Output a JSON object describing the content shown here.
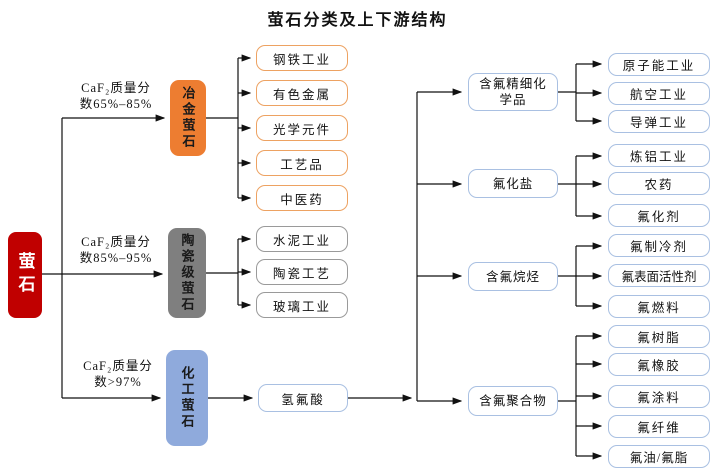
{
  "title": "萤石分类及上下游结构",
  "root": {
    "label": "萤石"
  },
  "colors": {
    "root_red": "#c00000",
    "metallurgical_orange": "#ed7d31",
    "ceramic_gray": "#7f7f7f",
    "chemical_blue": "#8faadc",
    "leaf_border_orange": "#eda262",
    "leaf_border_gray": "#9a9a9a",
    "leaf_border_blue": "#a9c0e2",
    "line_black": "#111111"
  },
  "branches": [
    {
      "cond1": "CaF₂质量分",
      "cond2": "数65%–85%",
      "node": "冶金萤石",
      "children": [
        "钢铁工业",
        "有色金属",
        "光学元件",
        "工艺品",
        "中医药"
      ]
    },
    {
      "cond1": "CaF₂质量分",
      "cond2": "数85%–95%",
      "node": "陶瓷级萤石",
      "children": [
        "水泥工业",
        "陶瓷工艺",
        "玻璃工业"
      ]
    },
    {
      "cond1": "CaF₂质量分",
      "cond2": "数>97%",
      "node": "化工萤石",
      "children": [
        "氢氟酸"
      ]
    }
  ],
  "downstream": [
    {
      "label": "含氟精细化学品",
      "children": [
        "原子能工业",
        "航空工业",
        "导弹工业"
      ]
    },
    {
      "label": "氟化盐",
      "children": [
        "炼铝工业",
        "农药",
        "氟化剂"
      ]
    },
    {
      "label": "含氟烷烃",
      "children": [
        "氟制冷剂",
        "氟表面活性剂",
        "氟燃料"
      ]
    },
    {
      "label": "含氟聚合物",
      "children": [
        "氟树脂",
        "氟橡胶",
        "氟涂料",
        "氟纤维",
        "氟油/氟脂"
      ]
    }
  ]
}
